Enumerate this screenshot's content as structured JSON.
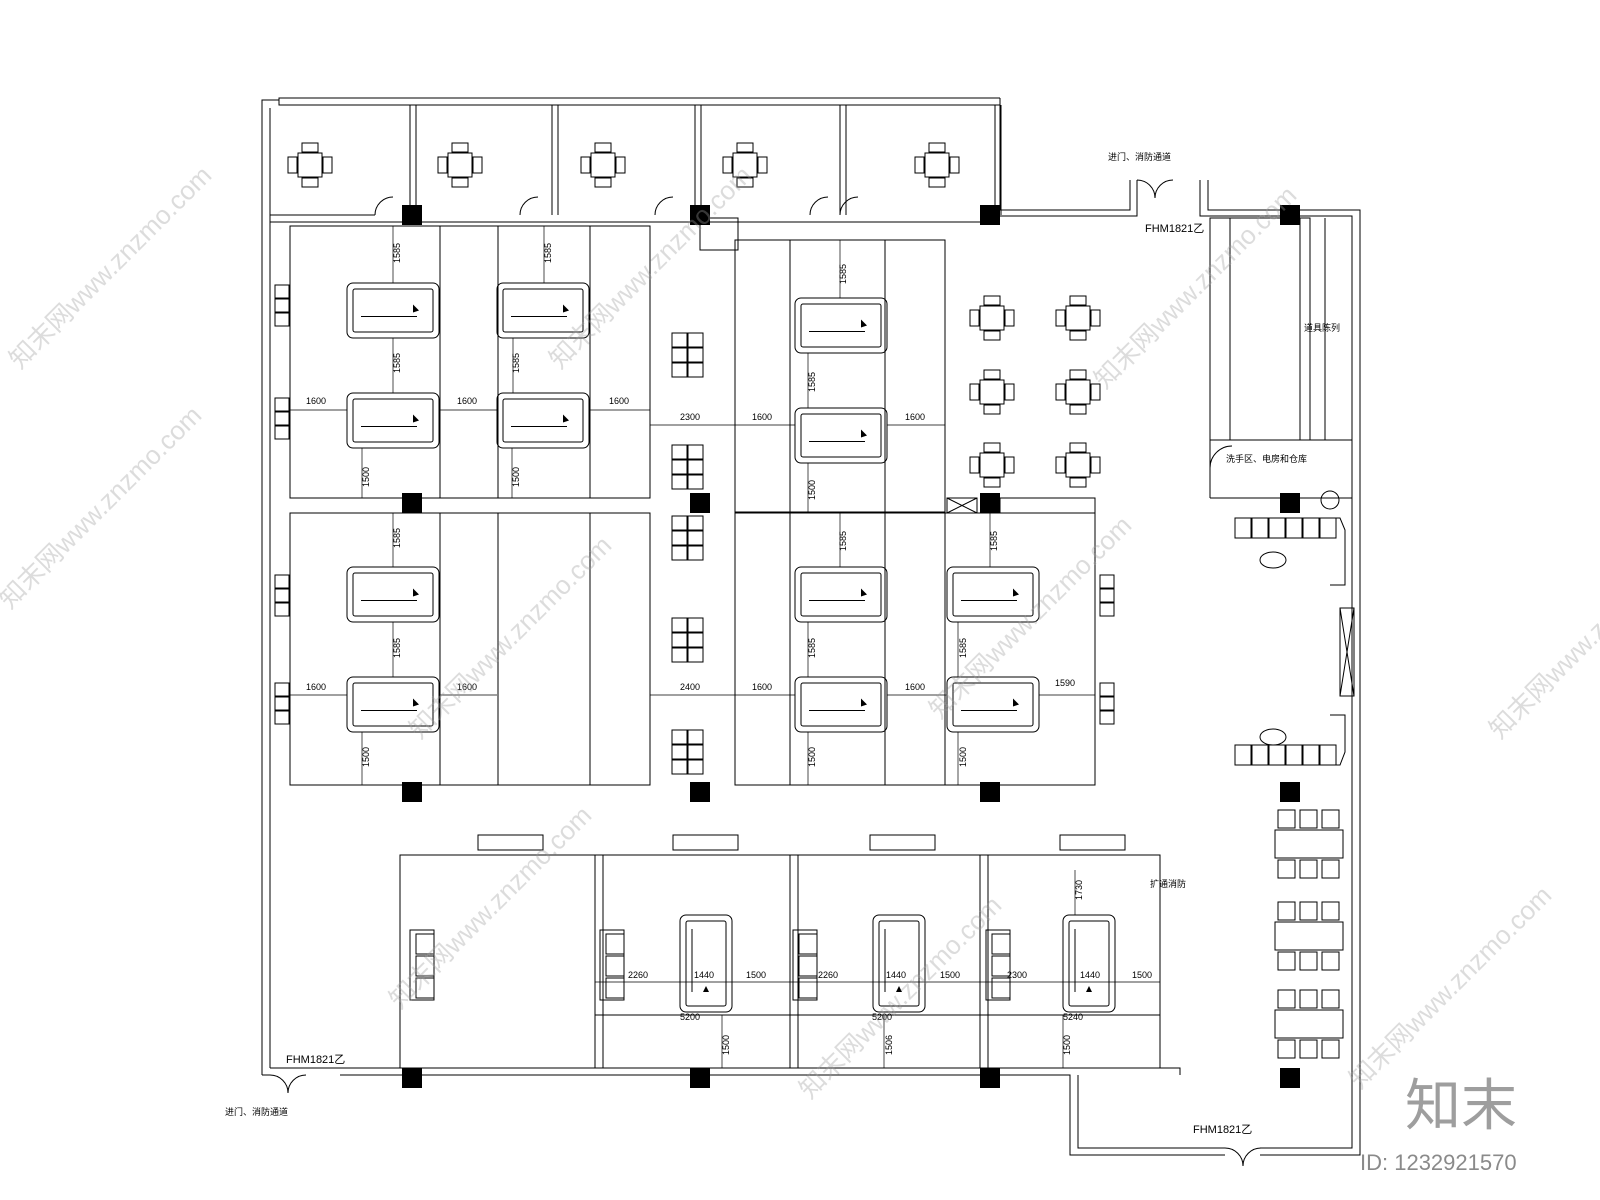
{
  "drawing": {
    "door_code": "FHM1821乙",
    "dimensions": {
      "d1585": "1585",
      "d1600": "1600",
      "d1500": "1500",
      "d2300": "2300",
      "d2400": "2400",
      "d1590": "1590",
      "d1440": "1440",
      "d2260": "2260",
      "d5200": "5200",
      "d1730": "1730",
      "d5240": "5240",
      "d1506": "1506"
    },
    "labels": {
      "entry_top": "进门、消防通道",
      "entry_bottom_left": "进门、消防通道",
      "right_room": "道具陈列",
      "service_area": "洗手区、电房和仓库",
      "lower_note": "扩通消防"
    }
  },
  "watermark": {
    "site": "知末网www.znzmo.com",
    "brand": "知末",
    "id": "ID: 1232921570"
  },
  "icons": {
    "table": "table-set-icon",
    "billiard": "billiard-table-icon",
    "sofa": "sofa-icon",
    "column": "column-icon"
  }
}
